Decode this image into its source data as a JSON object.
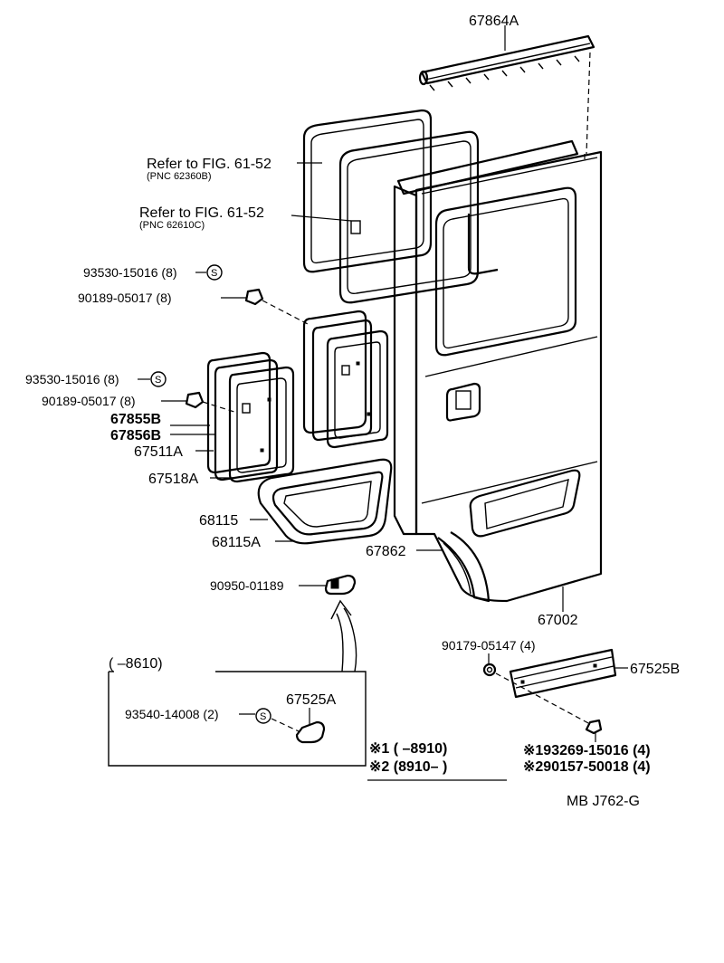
{
  "labels": {
    "p67864A": "67864A",
    "ref1": "Refer to FIG. 61-52",
    "ref1_sub": "(PNC 62360B)",
    "ref2": "Refer to FIG. 61-52",
    "ref2_sub": "(PNC 62610C)",
    "p93530a": "93530-15016 (8)",
    "p90189a": "90189-05017 (8)",
    "p93530b": "93530-15016 (8)",
    "p90189b": "90189-05017 (8)",
    "p67855B": "67855B",
    "p67856B": "67856B",
    "p67511A": "67511A",
    "p67518A": "67518A",
    "p68115": "68115",
    "p68115A": "68115A",
    "p67862": "67862",
    "p90950": "90950-01189",
    "p67002": "67002",
    "p90179": "90179-05147 (4)",
    "p67525B": "67525B",
    "box_range": "(       –8610)",
    "p67525A": "67525A",
    "p93540": "93540-14008 (2)",
    "note1": "※1 (       –8910)",
    "note2": "※2 (8910–       )",
    "p93269": "※193269-15016 (4)",
    "p90157": "※290157-50018 (4)",
    "s_symbol": "S",
    "footer": "MB J762-G"
  }
}
